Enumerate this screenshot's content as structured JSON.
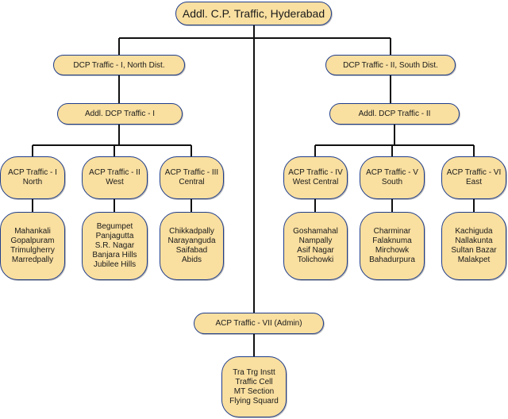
{
  "root": {
    "label": "Addl. C.P. Traffic, Hyderabad"
  },
  "dcp_north": {
    "label": "DCP Traffic - I, North Dist."
  },
  "dcp_south": {
    "label": "DCP Traffic - II, South Dist."
  },
  "addl_dcp_1": {
    "label": "Addl. DCP Traffic - I"
  },
  "addl_dcp_2": {
    "label": "Addl. DCP Traffic - II"
  },
  "acp": [
    {
      "lines": [
        "ACP Traffic - I",
        "North"
      ]
    },
    {
      "lines": [
        "ACP Traffic - II",
        "West"
      ]
    },
    {
      "lines": [
        "ACP Traffic - III",
        "Central"
      ]
    },
    {
      "lines": [
        "ACP Traffic - IV",
        "West Central"
      ]
    },
    {
      "lines": [
        "ACP Traffic - V",
        "South"
      ]
    },
    {
      "lines": [
        "ACP Traffic - VI",
        "East"
      ]
    }
  ],
  "areas": [
    {
      "lines": [
        "Mahankali",
        "Gopalpuram",
        "Trimulgherry",
        "Marredpally"
      ]
    },
    {
      "lines": [
        "Begumpet",
        "Panjagutta",
        "S.R. Nagar",
        "Banjara Hills",
        "Jubilee Hills"
      ]
    },
    {
      "lines": [
        "Chikkadpally",
        "Narayanguda",
        "Saifabad",
        "Abids"
      ]
    },
    {
      "lines": [
        "Goshamahal",
        "Nampally",
        "Asif Nagar",
        "Tolichowki"
      ]
    },
    {
      "lines": [
        "Charminar",
        "Falaknuma",
        "Mirchowk",
        "Bahadurpura"
      ]
    },
    {
      "lines": [
        "Kachiguda",
        "Nallakunta",
        "Sultan Bazar",
        "Malakpet"
      ]
    }
  ],
  "acp_admin": {
    "label": "ACP Traffic - VII (Admin)"
  },
  "admin_units": {
    "lines": [
      "Tra Trg Instt",
      "Traffic Cell",
      "MT Section",
      "Flying Squard"
    ]
  }
}
